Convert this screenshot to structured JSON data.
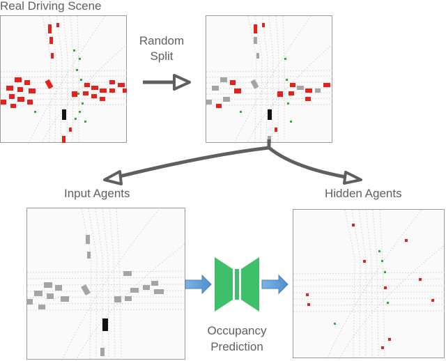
{
  "labels": {
    "real_scene": "Real Driving Scene",
    "random_split_line1": "Random",
    "random_split_line2": "Split",
    "input_agents": "Input Agents",
    "hidden_agents": "Hidden Agents",
    "occupancy_line1": "Occupancy",
    "occupancy_line2": "Prediction"
  },
  "colors": {
    "vehicle_red": "#e8201c",
    "vehicle_gray": "#a4a4a4",
    "ego_black": "#111111",
    "pedestrian_green": "#2fae3a",
    "model_green": "#3fbf6a",
    "arrow_blue": "#5b9bd5",
    "arrow_gray": "#5f5f5f"
  },
  "icons": [
    "network-icon",
    "right-arrow-icon",
    "curved-arrow-icon"
  ]
}
